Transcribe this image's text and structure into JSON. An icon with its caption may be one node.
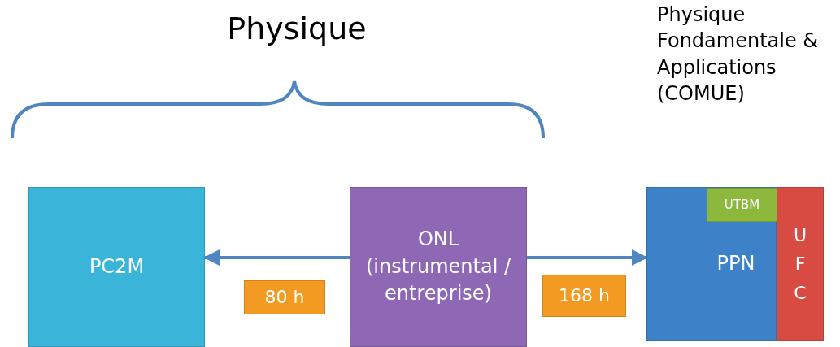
{
  "diagram": {
    "nodes": [
      {
        "text": [
          "PC2M"
        ]
      },
      {
        "text": [
          "ONL (instrumental / entreprise)"
        ]
      },
      {
        "text": [
          "PPN"
        ]
      },
      {
        "text": [
          "UTBM"
        ],
        "in": 2
      },
      {
        "text": [
          "U F C"
        ]
      },
      {
        "text": [
          "80 h"
        ]
      },
      {
        "text": [
          "168 h"
        ]
      }
    ],
    "edges": [
      {
        "from": 1,
        "to": 0,
        "arrow": "to"
      },
      {
        "from": 1,
        "to": 2,
        "arrow": "to"
      }
    ],
    "labels": [
      "Physique",
      "Physique Fondamentale & Applications (COMUE)"
    ]
  }
}
